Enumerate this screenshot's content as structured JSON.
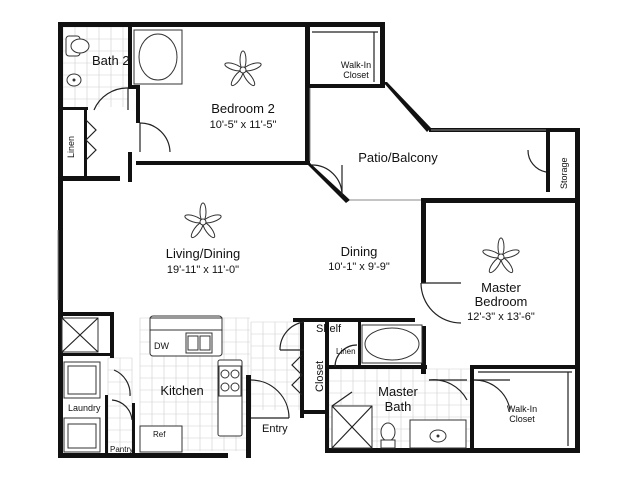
{
  "rooms": {
    "bath2": {
      "name": "Bath 2"
    },
    "bedroom2": {
      "name": "Bedroom 2",
      "dims": "10'-5\" x 11'-5\""
    },
    "walkin_closet_top": {
      "name_line1": "Walk-In",
      "name_line2": "Closet"
    },
    "patio": {
      "name": "Patio/Balcony"
    },
    "storage": {
      "name": "Storage"
    },
    "linen_left": {
      "name": "Linen"
    },
    "living_dining": {
      "name": "Living/Dining",
      "dims": "19'-11\" x 11'-0\""
    },
    "dining": {
      "name": "Dining",
      "dims": "10'-1\" x 9'-9\""
    },
    "master_bedroom": {
      "name_line1": "Master",
      "name_line2": "Bedroom",
      "dims": "12'-3\" x 13'-6\""
    },
    "shelf": {
      "name": "Shelf"
    },
    "linen_master": {
      "name": "Linen"
    },
    "closet": {
      "name": "Closet"
    },
    "master_bath": {
      "name_line1": "Master",
      "name_line2": "Bath"
    },
    "walkin_closet_master": {
      "name_line1": "Walk-In",
      "name_line2": "Closet"
    },
    "kitchen": {
      "name": "Kitchen"
    },
    "dw": {
      "name": "DW"
    },
    "laundry": {
      "name": "Laundry"
    },
    "pantry": {
      "name": "Pantry"
    },
    "ref": {
      "name": "Ref"
    },
    "entry": {
      "name": "Entry"
    }
  },
  "icons": [
    "ceiling-fan-icon",
    "bathtub-icon",
    "toilet-icon",
    "sink-icon",
    "shower-icon",
    "stove-icon",
    "washer-icon",
    "dryer-icon",
    "water-heater-icon",
    "door-swing-icon"
  ]
}
